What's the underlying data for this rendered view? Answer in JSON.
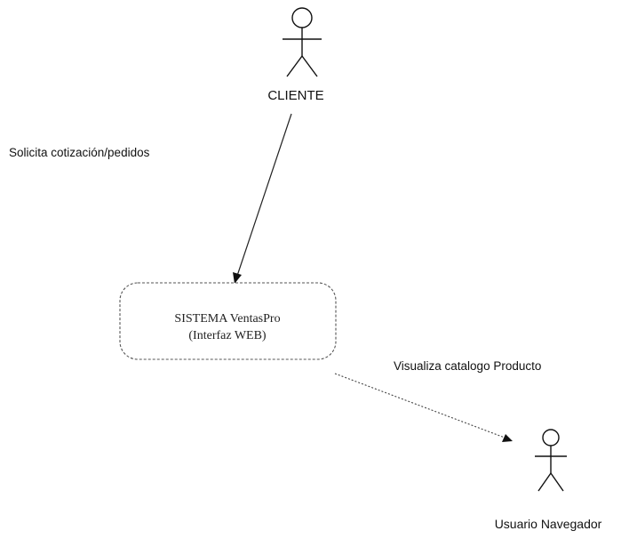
{
  "actors": {
    "cliente": {
      "label": "CLIENTE",
      "icon": "stick-figure-actor-icon"
    },
    "usuario": {
      "label": "Usuario Navegador",
      "icon": "stick-figure-actor-icon"
    }
  },
  "system": {
    "line1": "SISTEMA VentasPro",
    "line2": "(Interfaz WEB)"
  },
  "relations": {
    "cliente_to_system": "Solicita cotización/pedidos",
    "system_to_usuario": "Visualiza catalogo Producto"
  },
  "colors": {
    "ink": "#111111",
    "box_border": "#555555",
    "background": "#ffffff"
  }
}
